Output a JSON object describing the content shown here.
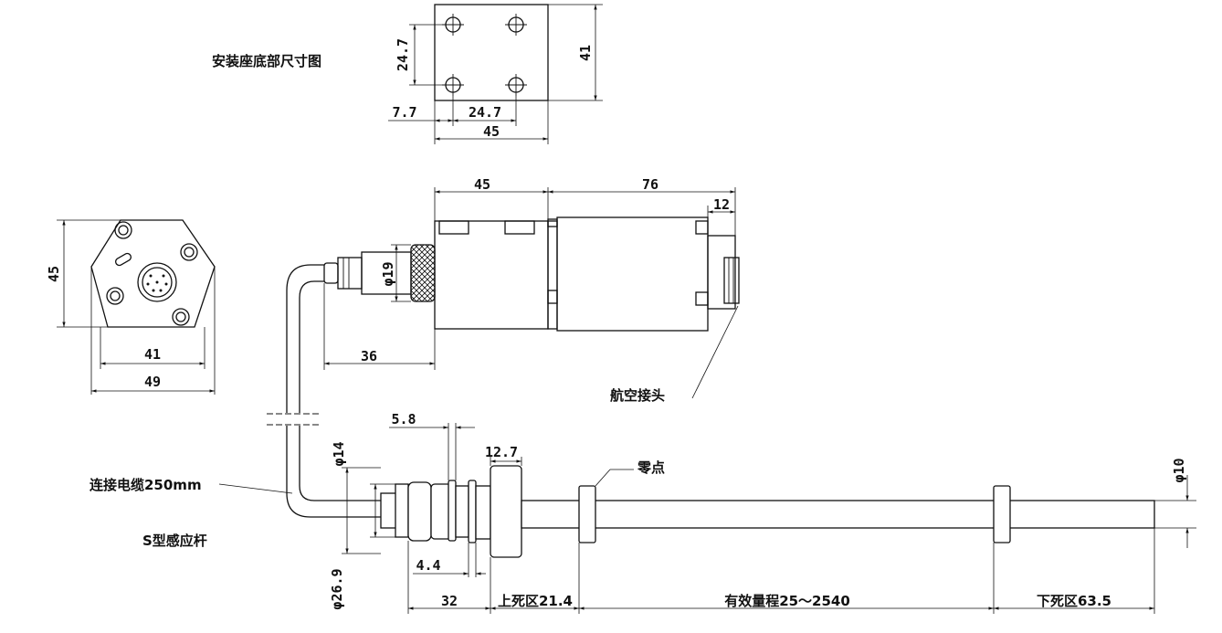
{
  "labels": {
    "mount_base_title": "安装座底部尺寸图",
    "aviation_connector": "航空接头",
    "cable": "连接电缆250mm",
    "rod_type": "S型感应杆",
    "zero_point": "零点"
  },
  "dimensions": {
    "base_hole_spacing_v": "24.7",
    "base_height": "41",
    "base_offset": "7.7",
    "base_hole_spacing_h": "24.7",
    "base_width": "45",
    "flange_height": "45",
    "flange_inner": "41",
    "flange_outer": "49",
    "head_width": "45",
    "body_width": "76",
    "rear_cap": "12",
    "connector_dia": "φ19",
    "connector_len": "36",
    "thread_a": "5.8",
    "thread_dia": "φ14",
    "nut_width": "12.7",
    "washer": "4.4",
    "body_dia": "φ26.9",
    "rod_dia": "φ10",
    "mount_len": "32",
    "upper_dead_zone": "上死区21.4",
    "effective_range": "有效量程25～2540",
    "lower_dead_zone": "下死区63.5"
  }
}
